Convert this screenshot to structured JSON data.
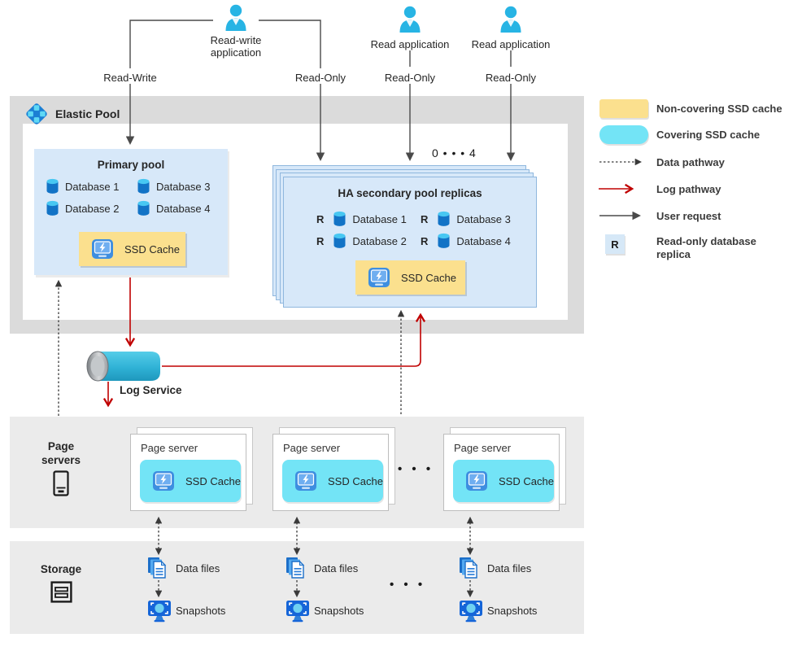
{
  "applications": {
    "read_write_app": "Read-write application",
    "read_app_1": "Read application",
    "read_app_2": "Read application",
    "read_write_label": "Read-Write",
    "read_only_label_1": "Read-Only",
    "read_only_label_2": "Read-Only",
    "read_only_label_3": "Read-Only"
  },
  "elastic_pool": {
    "title": "Elastic Pool",
    "primary_pool": {
      "title": "Primary pool",
      "rows": [
        [
          "Database 1",
          "Database 3"
        ],
        [
          "Database 2",
          "Database 4"
        ]
      ],
      "ssd_cache": "SSD Cache"
    },
    "ha_pool": {
      "title": "HA secondary pool replicas",
      "replica_range": "0 • • • 4",
      "replica_marker": "R",
      "rows": [
        [
          "Database 1",
          "Database 3"
        ],
        [
          "Database 2",
          "Database 4"
        ]
      ],
      "ssd_cache": "SSD Cache"
    }
  },
  "log_service": {
    "label": "Log Service"
  },
  "page_servers": {
    "section_label": "Page servers",
    "card_title": "Page server",
    "ssd_cache": "SSD Cache",
    "ellipsis": "• • •"
  },
  "storage": {
    "section_label": "Storage",
    "data_files_label": "Data files",
    "snapshots_label": "Snapshots",
    "ellipsis": "• • •"
  },
  "legend": {
    "non_covering": "Non-covering SSD cache",
    "covering": "Covering SSD cache",
    "data_pathway": "Data pathway",
    "log_pathway": "Log pathway",
    "user_request": "User request",
    "replica_badge": "R",
    "replica_label": "Read-only database replica"
  },
  "colors": {
    "non_covering_fill": "#FBE08E",
    "covering_fill": "#73E4F6",
    "pool_fill": "#D7E8F9",
    "pool_border": "#8FB7DE",
    "log_red": "#C00000",
    "request_gray": "#4A4A4A",
    "db_blue": "#1273C6",
    "db_top": "#47C7F2"
  }
}
